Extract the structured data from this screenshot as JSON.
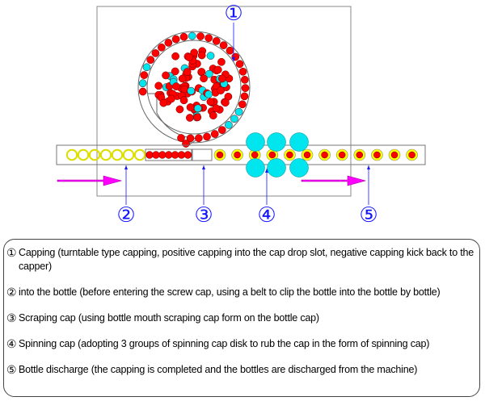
{
  "callouts": [
    "①",
    "②",
    "③",
    "④",
    "⑤"
  ],
  "legend": [
    {
      "num": "①",
      "text": "Capping (turntable type capping, positive capping into the cap drop slot, negative capping kick back to the capper)"
    },
    {
      "num": "②",
      "text": " into the bottle (before entering the screw cap, using a belt to clip the bottle into the bottle by bottle)"
    },
    {
      "num": "③",
      "text": " Scraping cap (using bottle mouth scraping cap form on the bottle cap)"
    },
    {
      "num": "④",
      "text": "Spinning cap (adopting 3 groups of spinning cap disk to rub the cap in the form of spinning cap)"
    },
    {
      "num": "⑤",
      "text": " Bottle discharge (the capping is completed and the bottles are discharged from the machine)"
    }
  ],
  "colors": {
    "cap_red": "#ff0000",
    "cap_cyan": "#00e5ee",
    "bottle_yellow": "#ffff00",
    "arrow": "#ff00ff",
    "callout": "#1515ff"
  }
}
